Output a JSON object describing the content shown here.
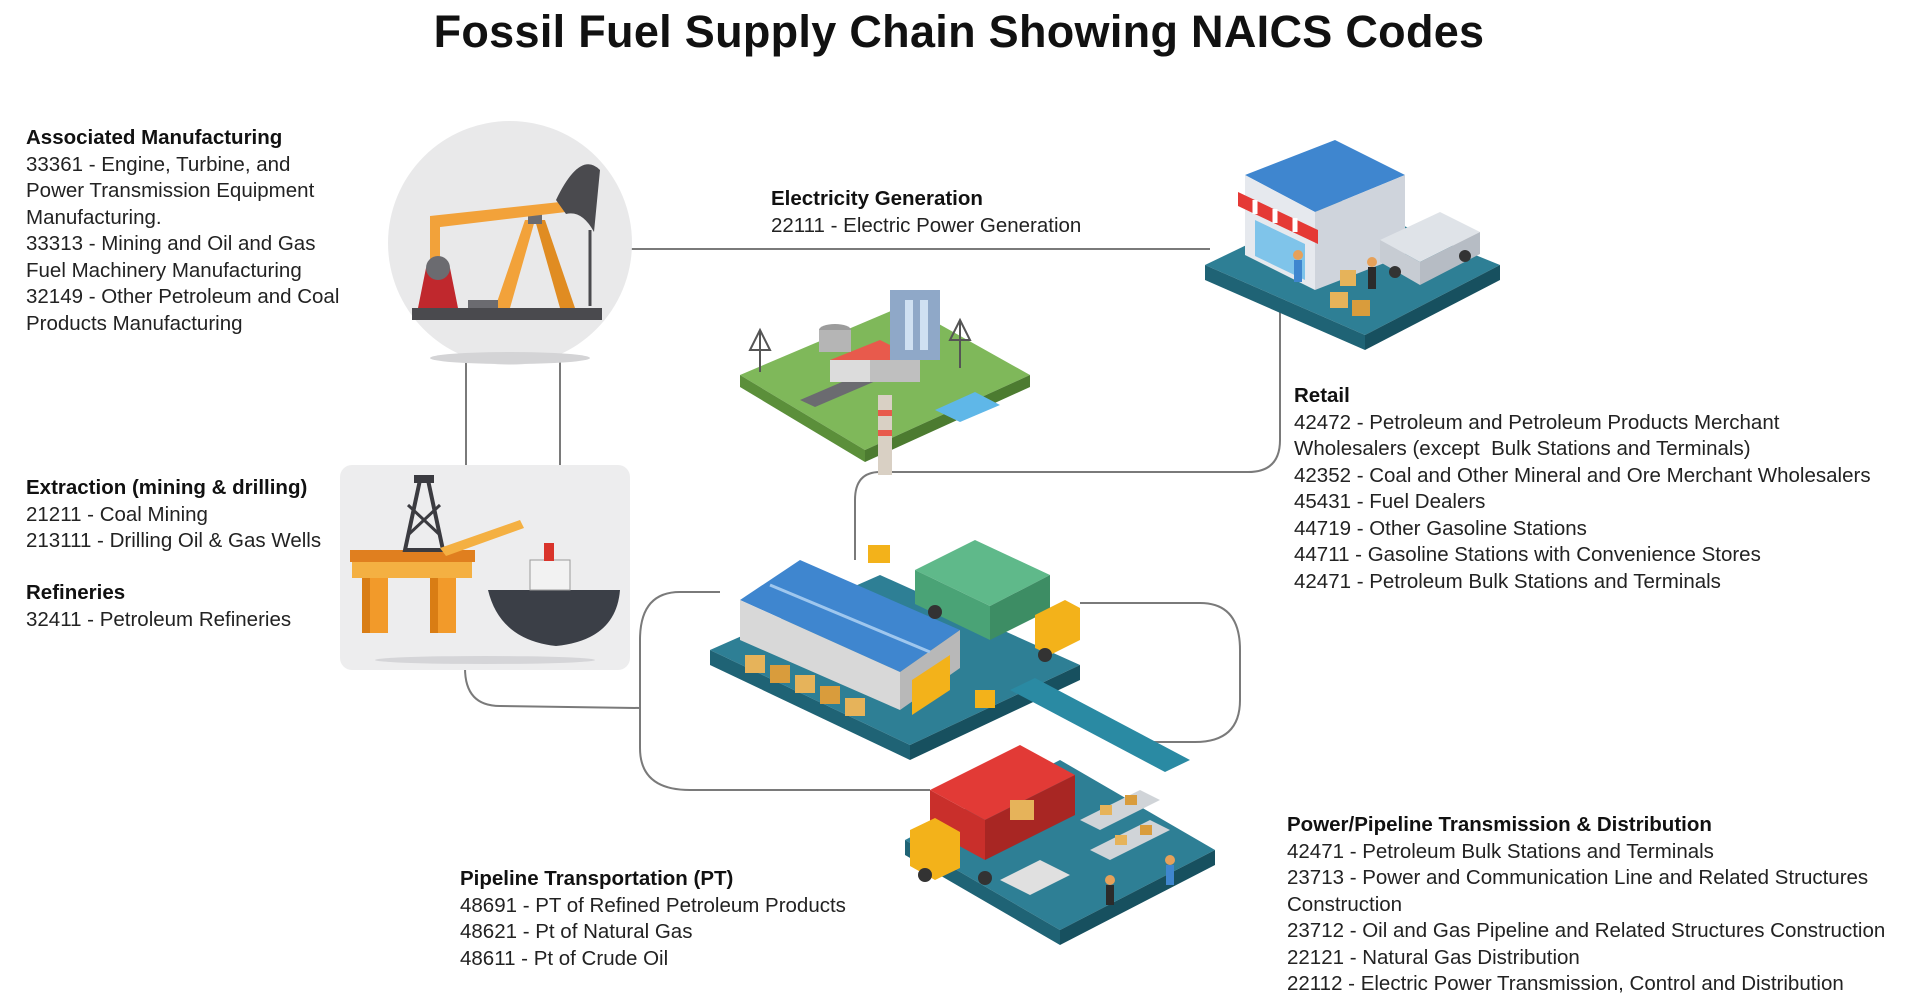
{
  "title": "Fossil Fuel Supply Chain Showing NAICS Codes",
  "sections": {
    "associated_manufacturing": {
      "heading": "Associated Manufacturing",
      "lines": [
        "33361 - Engine, Turbine, and",
        "Power Transmission Equipment",
        "Manufacturing.",
        "33313 - Mining and Oil and Gas",
        "Fuel Machinery Manufacturing",
        "32149 - Other Petroleum and Coal",
        "Products Manufacturing"
      ]
    },
    "electricity_generation": {
      "heading": "Electricity Generation",
      "lines": [
        "22111 - Electric Power Generation"
      ]
    },
    "extraction": {
      "heading": "Extraction (mining & drilling)",
      "lines": [
        "21211 - Coal Mining",
        "213111 - Drilling Oil & Gas Wells"
      ]
    },
    "refineries": {
      "heading": "Refineries",
      "lines": [
        "32411 - Petroleum Refineries"
      ]
    },
    "retail": {
      "heading": "Retail",
      "lines": [
        "42472 - Petroleum and Petroleum Products Merchant",
        "Wholesalers (except  Bulk Stations and Terminals)",
        "42352 - Coal and Other Mineral and Ore Merchant Wholesalers",
        "45431 - Fuel Dealers",
        "44719 - Other Gasoline Stations",
        "44711 - Gasoline Stations with Convenience Stores",
        "42471 - Petroleum Bulk Stations and Terminals"
      ]
    },
    "pipeline_transportation": {
      "heading": "Pipeline Transportation (PT)",
      "lines": [
        "48691 - PT of Refined Petroleum Products",
        "48621 - Pt of Natural Gas",
        "48611 - Pt of Crude Oil"
      ]
    },
    "power_pipeline": {
      "heading": "Power/Pipeline Transmission & Distribution",
      "lines": [
        "42471 - Petroleum Bulk Stations and Terminals",
        "23713 - Power and Communication Line and Related Structures",
        "Construction",
        "23712 - Oil and Gas Pipeline and Related Structures Construction",
        "22121 - Natural Gas Distribution",
        "22112 - Electric Power Transmission, Control and Distribution"
      ]
    }
  },
  "colors": {
    "connector": "#7a7a7a",
    "pumpjack_orange": "#f2a23a",
    "platform_orange": "#f29a2a",
    "ground_teal": "#2e7f95",
    "roof_blue": "#3f86cf",
    "truck_green": "#5fb98a",
    "truck_red": "#e23a36",
    "awning_red": "#e53935",
    "box_tan": "#e6b35a"
  },
  "icons": [
    "pumpjack-icon",
    "oil-platform-icon",
    "power-plant-icon",
    "store-icon",
    "warehouse-icon",
    "distribution-center-icon"
  ]
}
